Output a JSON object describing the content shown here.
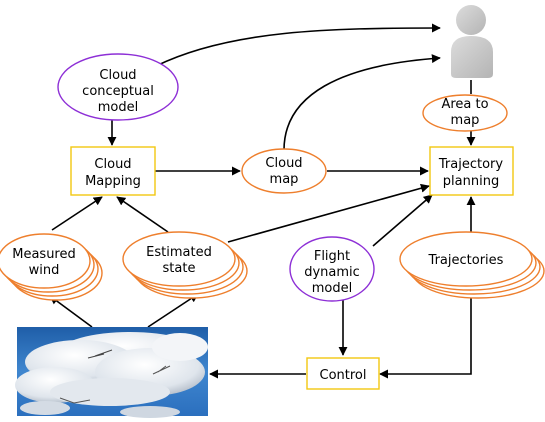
{
  "nodes": {
    "cloud_model": [
      "Cloud",
      "conceptual",
      "model"
    ],
    "cloud_mapping": [
      "Cloud",
      "Mapping"
    ],
    "cloud_map": [
      "Cloud",
      "map"
    ],
    "area_to_map": [
      "Area to",
      "map"
    ],
    "trajectory_planning": [
      "Trajectory",
      "planning"
    ],
    "measured_wind": [
      "Measured",
      "wind"
    ],
    "estimated_state": [
      "Estimated",
      "state"
    ],
    "flight_model": [
      "Flight",
      "dynamic",
      "model"
    ],
    "trajectories": [
      "Trajectories"
    ],
    "control": [
      "Control"
    ]
  },
  "colors": {
    "orange": "#ee7f2d",
    "purple": "#8d2fd6",
    "yellow": "#f2c811",
    "arrow": "#000000"
  },
  "icons": {
    "user": "user-silhouette-icon",
    "sky": "cloud-photo"
  }
}
